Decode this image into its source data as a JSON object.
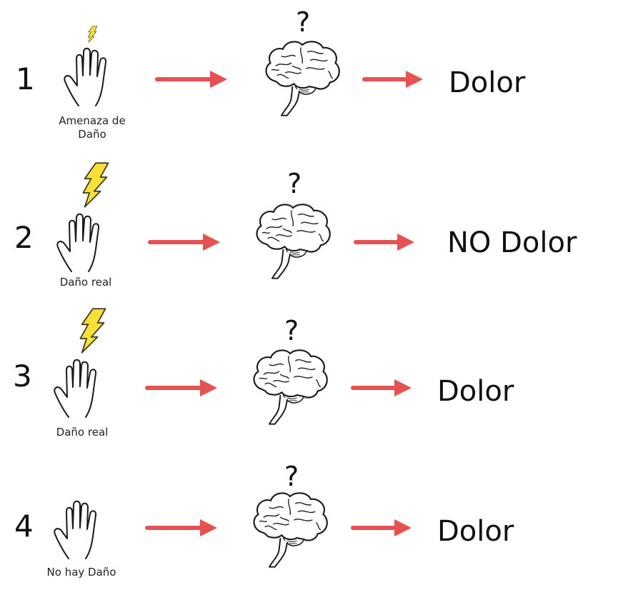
{
  "colors": {
    "arrow": "#e85151",
    "bolt_fill": "#f7e03a",
    "bolt_stroke": "#3a3a1a",
    "ink": "#1a1a1a"
  },
  "rows": [
    {
      "number": "1",
      "caption_lines": [
        "Amenaza de",
        "Daño"
      ],
      "question": "?",
      "outcome": "Dolor",
      "bolt": "small",
      "hand_icon": "hand-icon",
      "brain_icon": "brain-icon"
    },
    {
      "number": "2",
      "caption_lines": [
        "Daño real"
      ],
      "question": "?",
      "outcome": "NO Dolor",
      "bolt": "large",
      "hand_icon": "hand-icon",
      "brain_icon": "brain-icon"
    },
    {
      "number": "3",
      "caption_lines": [
        "Daño real"
      ],
      "question": "?",
      "outcome": "Dolor",
      "bolt": "large",
      "hand_icon": "hand-icon",
      "brain_icon": "brain-icon"
    },
    {
      "number": "4",
      "caption_lines": [
        "No hay Daño"
      ],
      "question": "?",
      "outcome": "Dolor",
      "bolt": "none",
      "hand_icon": "hand-icon",
      "brain_icon": "brain-icon"
    }
  ]
}
